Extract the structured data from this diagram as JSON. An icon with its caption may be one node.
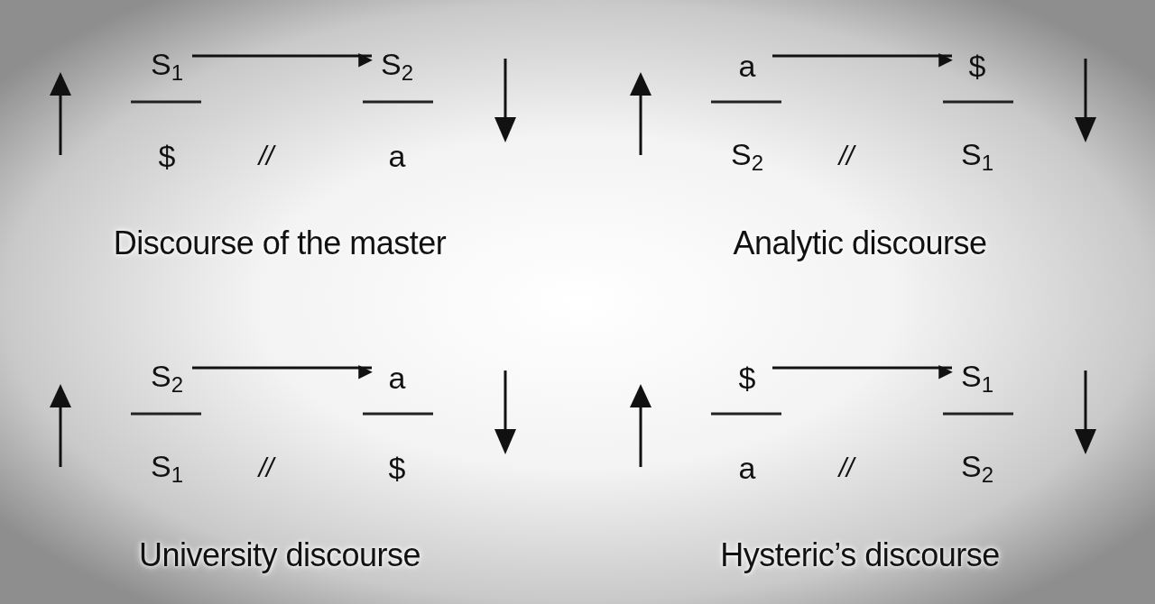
{
  "diagram": {
    "nodes": [
      {
        "text": [
          "S$_{1}$"
        ]
      },
      {
        "text": [
          "S$_{2}$"
        ]
      },
      {
        "text": [
          "$"
        ]
      },
      {
        "text": [
          "a"
        ]
      },
      {
        "text": [
          "a"
        ]
      },
      {
        "text": [
          "$"
        ]
      },
      {
        "text": [
          "S$_{2}$"
        ]
      },
      {
        "text": [
          "S$_{1}$"
        ]
      },
      {
        "text": [
          "S$_{2}$"
        ]
      },
      {
        "text": [
          "a"
        ]
      },
      {
        "text": [
          "S$_{1}$"
        ]
      },
      {
        "text": [
          "$"
        ]
      },
      {
        "text": [
          "$"
        ]
      },
      {
        "text": [
          "S$_{1}$"
        ]
      },
      {
        "text": [
          "a"
        ]
      },
      {
        "text": [
          "S$_{2}$"
        ]
      }
    ],
    "edges": [
      {
        "from": 0,
        "to": 1,
        "arrow": "to"
      },
      {
        "from": 4,
        "to": 5,
        "arrow": "to"
      },
      {
        "from": 8,
        "to": 9,
        "arrow": "to"
      },
      {
        "from": 12,
        "to": 13,
        "arrow": "to"
      }
    ],
    "labels": [
      "//",
      "Discourse of the master",
      "//",
      "Analytic discourse",
      "//",
      "University discourse",
      "//",
      "Hysteric’s discourse"
    ]
  }
}
